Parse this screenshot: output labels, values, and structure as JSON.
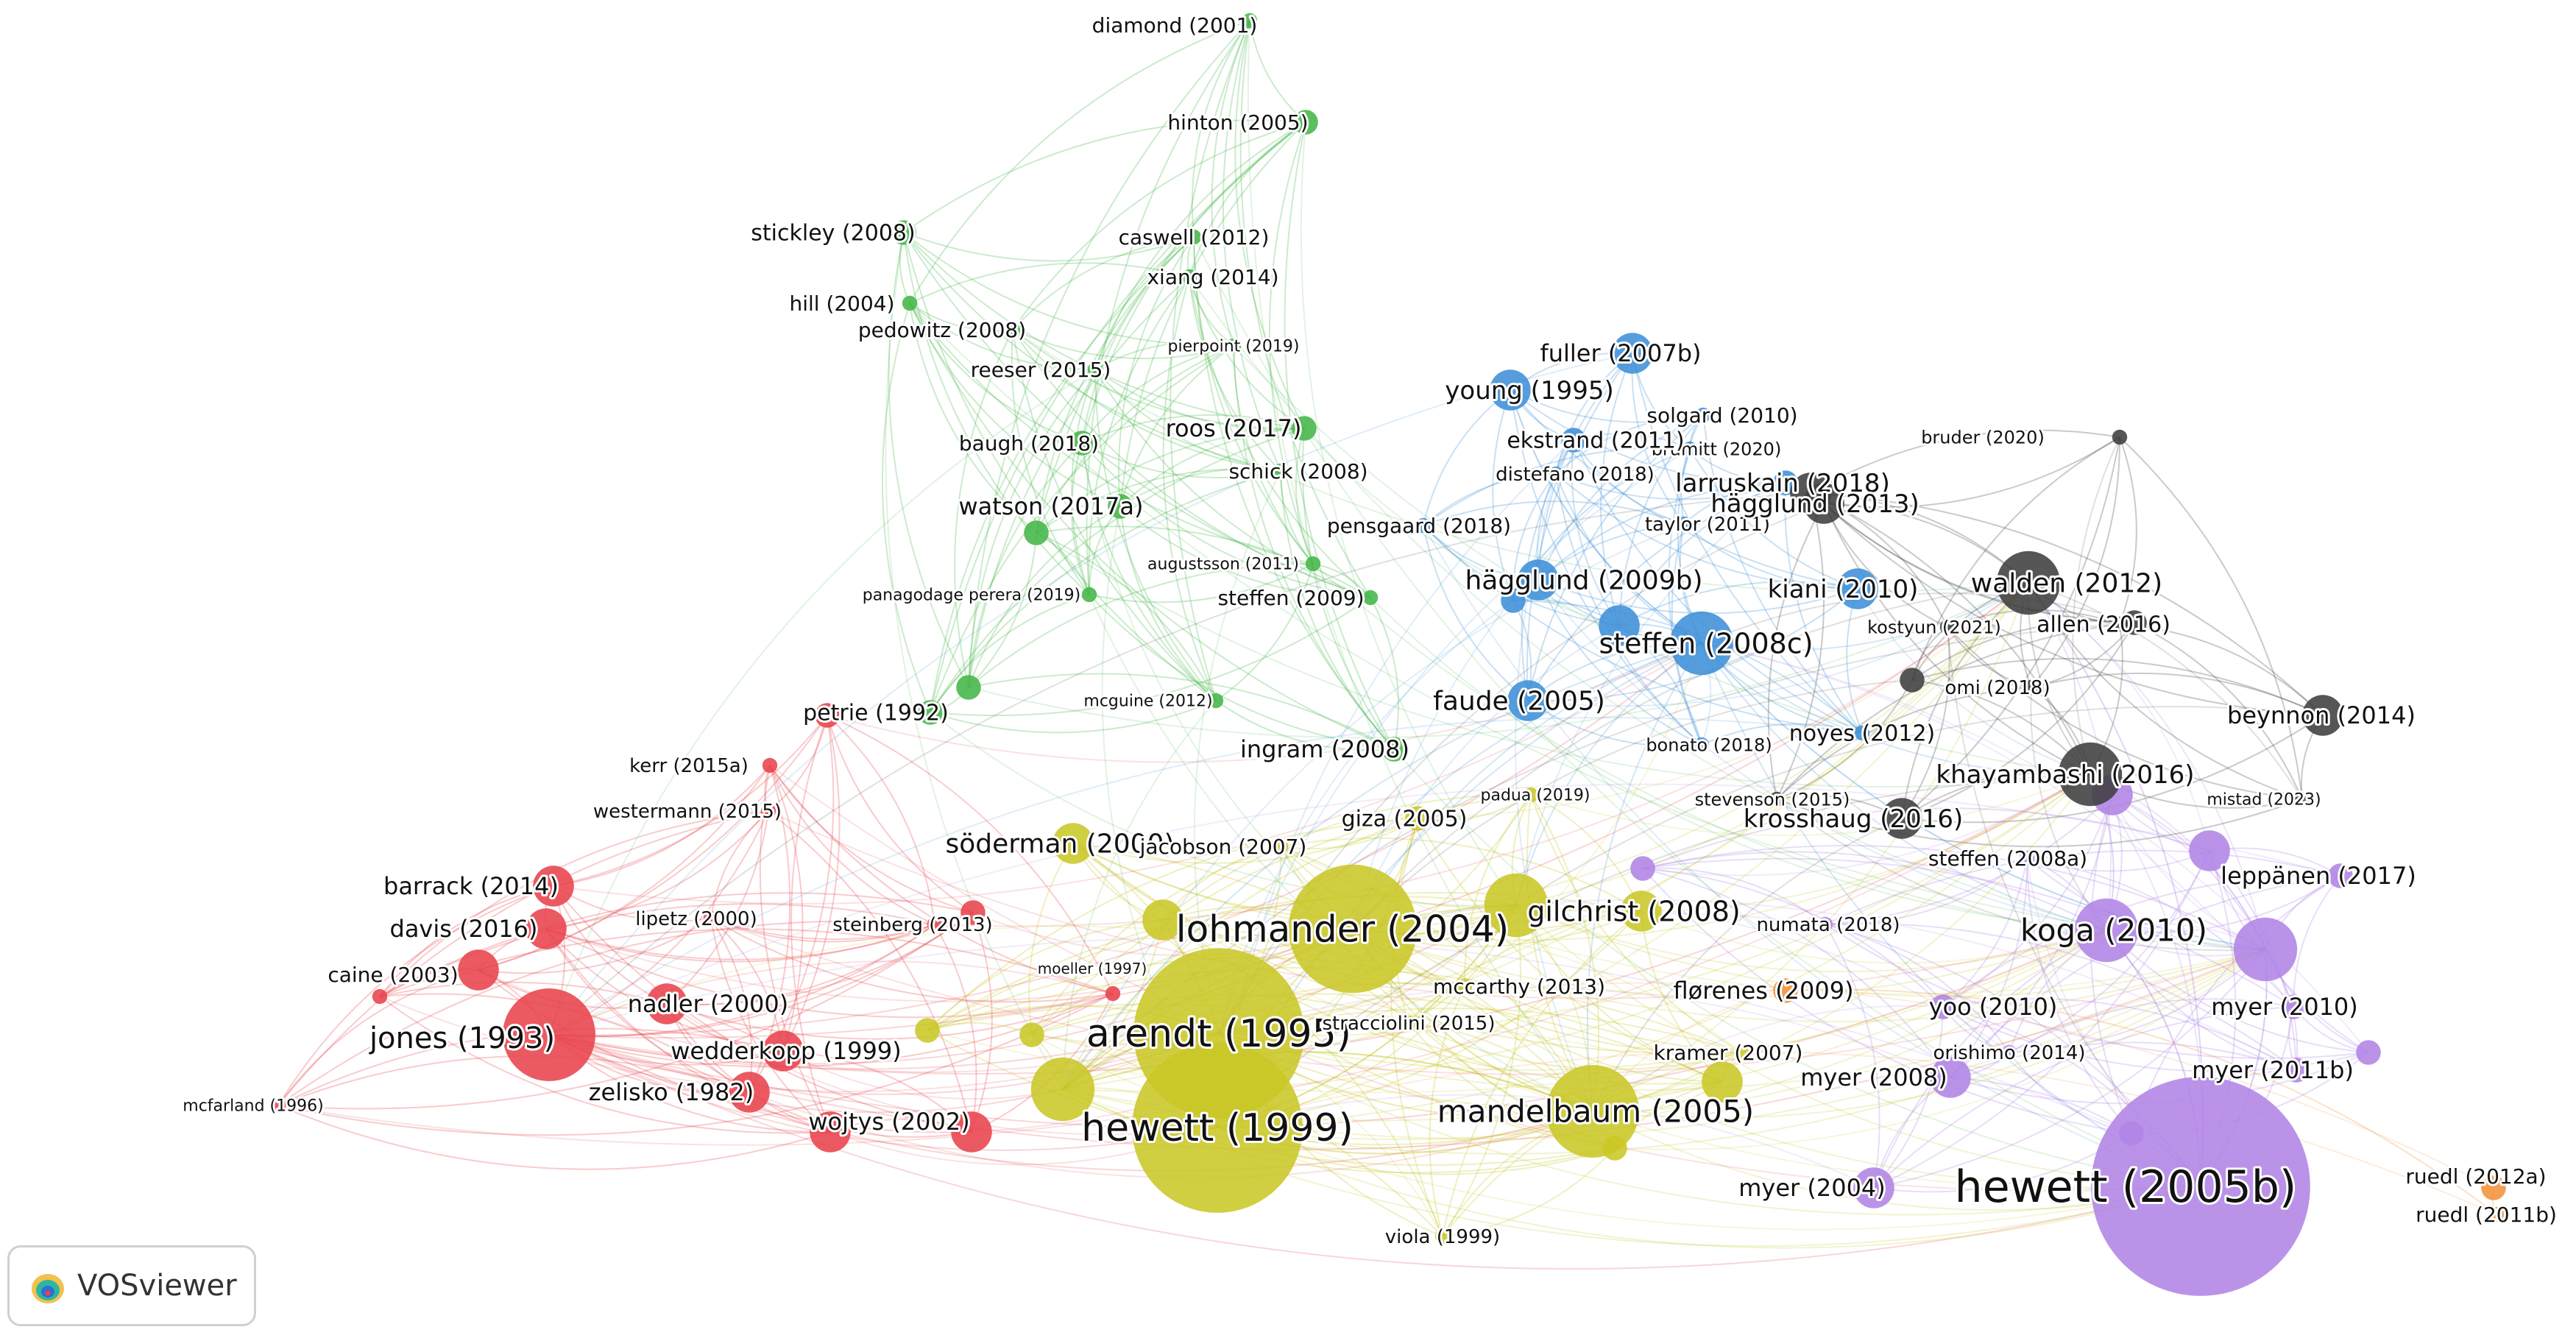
{
  "brand": {
    "name": "VOSviewer",
    "icon": "vosviewer-logo-icon"
  },
  "colors": {
    "red": "#e8434c",
    "green": "#45b649",
    "blue": "#3d8fd8",
    "yellow": "#c9c727",
    "purple": "#b184e6",
    "gray": "#3f3f3f",
    "orange": "#f2923a"
  },
  "clusters": [
    {
      "id": "red",
      "nodes": [
        {
          "label": "jones (1993)",
          "size": 5,
          "labeled": true
        },
        {
          "label": "barrack (2014)",
          "size": 3,
          "labeled": true
        },
        {
          "label": "davis (2016)",
          "size": 3,
          "labeled": true
        },
        {
          "label": "caine (2003)",
          "size": 3,
          "labeled": true
        },
        {
          "label": "nadler (2000)",
          "size": 3,
          "labeled": true
        },
        {
          "label": "zelisko (1982)",
          "size": 3,
          "labeled": true
        },
        {
          "label": "wojtys (2002)",
          "size": 3,
          "labeled": true
        },
        {
          "label": "wedderkopp (1999)",
          "size": 3,
          "labeled": true
        },
        {
          "label": "kerr (2015a)",
          "size": 1,
          "labeled": true
        },
        {
          "label": "westermann (2015)",
          "size": 1,
          "labeled": true
        },
        {
          "label": "lipetz (2000)",
          "size": 1,
          "labeled": true
        },
        {
          "label": "steinberg (2013)",
          "size": 1,
          "labeled": true
        },
        {
          "label": "mcfarland (1996)",
          "size": 1,
          "labeled": true
        },
        {
          "label": "moeller (1997)",
          "size": 1,
          "labeled": true
        },
        {
          "label": "",
          "size": 2,
          "labeled": false
        },
        {
          "label": "",
          "size": 2,
          "labeled": false
        },
        {
          "label": "",
          "size": 1,
          "labeled": false
        },
        {
          "label": "",
          "size": 3,
          "labeled": false
        }
      ]
    },
    {
      "id": "green",
      "nodes": [
        {
          "label": "diamond (2001)",
          "size": 1,
          "labeled": true
        },
        {
          "label": "hinton (2005)",
          "size": 2,
          "labeled": true
        },
        {
          "label": "stickley (2008)",
          "size": 2,
          "labeled": true
        },
        {
          "label": "caswell (2012)",
          "size": 1,
          "labeled": true
        },
        {
          "label": "xiang (2014)",
          "size": 1,
          "labeled": true
        },
        {
          "label": "hill (2004)",
          "size": 1,
          "labeled": true
        },
        {
          "label": "pedowitz (2008)",
          "size": 1,
          "labeled": true
        },
        {
          "label": "pierpoint (2019)",
          "size": 1,
          "labeled": true
        },
        {
          "label": "reeser (2015)",
          "size": 1,
          "labeled": true
        },
        {
          "label": "roos (2017)",
          "size": 2,
          "labeled": true
        },
        {
          "label": "baugh (2018)",
          "size": 2,
          "labeled": true
        },
        {
          "label": "schick (2008)",
          "size": 1,
          "labeled": true
        },
        {
          "label": "watson (2017a)",
          "size": 2,
          "labeled": true
        },
        {
          "label": "panagodage perera (2019)",
          "size": 1,
          "labeled": true
        },
        {
          "label": "petrie (1992)",
          "size": 2,
          "labeled": true
        },
        {
          "label": "mcguine (2012)",
          "size": 1,
          "labeled": true
        },
        {
          "label": "ingram (2008)",
          "size": 2,
          "labeled": true
        },
        {
          "label": "steffen (2009)",
          "size": 1,
          "labeled": true
        },
        {
          "label": "augustsson (2011)",
          "size": 1,
          "labeled": true
        },
        {
          "label": "",
          "size": 2,
          "labeled": false
        },
        {
          "label": "",
          "size": 2,
          "labeled": false
        }
      ]
    },
    {
      "id": "blue",
      "nodes": [
        {
          "label": "fuller (2007b)",
          "size": 3,
          "labeled": true
        },
        {
          "label": "young (1995)",
          "size": 3,
          "labeled": true
        },
        {
          "label": "solgard (2010)",
          "size": 1,
          "labeled": true
        },
        {
          "label": "brumitt (2020)",
          "size": 1,
          "labeled": true
        },
        {
          "label": "ekstrand (2011)",
          "size": 2,
          "labeled": true
        },
        {
          "label": "distefano (2018)",
          "size": 1,
          "labeled": true
        },
        {
          "label": "larruskain (2018)",
          "size": 2,
          "labeled": true
        },
        {
          "label": "taylor (2011)",
          "size": 1,
          "labeled": true
        },
        {
          "label": "pensgaard (2018)",
          "size": 1,
          "labeled": true
        },
        {
          "label": "hägglund (2009b)",
          "size": 3,
          "labeled": true
        },
        {
          "label": "steffen (2008c)",
          "size": 4,
          "labeled": true
        },
        {
          "label": "faude (2005)",
          "size": 3,
          "labeled": true
        },
        {
          "label": "kiani (2010)",
          "size": 3,
          "labeled": true
        },
        {
          "label": "noyes (2012)",
          "size": 1,
          "labeled": true
        },
        {
          "label": "bonato (2018)",
          "size": 1,
          "labeled": true
        },
        {
          "label": "",
          "size": 3,
          "labeled": false
        },
        {
          "label": "",
          "size": 2,
          "labeled": false
        }
      ]
    },
    {
      "id": "yellow",
      "nodes": [
        {
          "label": "lohmander (2004)",
          "size": 6,
          "labeled": true
        },
        {
          "label": "arendt (1995)",
          "size": 7,
          "labeled": true
        },
        {
          "label": "hewett (1999)",
          "size": 7,
          "labeled": true
        },
        {
          "label": "mandelbaum (2005)",
          "size": 5,
          "labeled": true
        },
        {
          "label": "söderman (2000)",
          "size": 3,
          "labeled": true
        },
        {
          "label": "gilchrist (2008)",
          "size": 3,
          "labeled": true
        },
        {
          "label": "jacobson (2007)",
          "size": 1,
          "labeled": true
        },
        {
          "label": "giza (2005)",
          "size": 2,
          "labeled": true
        },
        {
          "label": "padua (2019)",
          "size": 1,
          "labeled": true
        },
        {
          "label": "mccarthy (2013)",
          "size": 1,
          "labeled": true
        },
        {
          "label": "stracciolini (2015)",
          "size": 1,
          "labeled": true
        },
        {
          "label": "kramer (2007)",
          "size": 1,
          "labeled": true
        },
        {
          "label": "viola (1999)",
          "size": 1,
          "labeled": true
        },
        {
          "label": "",
          "size": 4,
          "labeled": false
        },
        {
          "label": "",
          "size": 4,
          "labeled": false
        },
        {
          "label": "",
          "size": 3,
          "labeled": false
        },
        {
          "label": "",
          "size": 3,
          "labeled": false
        },
        {
          "label": "",
          "size": 2,
          "labeled": false
        },
        {
          "label": "",
          "size": 2,
          "labeled": false
        },
        {
          "label": "",
          "size": 2,
          "labeled": false
        }
      ]
    },
    {
      "id": "purple",
      "nodes": [
        {
          "label": "hewett (2005b)",
          "size": 8,
          "labeled": true
        },
        {
          "label": "koga (2010)",
          "size": 4,
          "labeled": true
        },
        {
          "label": "leppänen (2017)",
          "size": 2,
          "labeled": true
        },
        {
          "label": "myer (2010)",
          "size": 2,
          "labeled": true
        },
        {
          "label": "myer (2011b)",
          "size": 2,
          "labeled": true
        },
        {
          "label": "myer (2008)",
          "size": 3,
          "labeled": true
        },
        {
          "label": "myer (2004)",
          "size": 3,
          "labeled": true
        },
        {
          "label": "yoo (2010)",
          "size": 2,
          "labeled": true
        },
        {
          "label": "orishimo (2014)",
          "size": 1,
          "labeled": true
        },
        {
          "label": "numata (2018)",
          "size": 1,
          "labeled": true
        },
        {
          "label": "steffen (2008a)",
          "size": 1,
          "labeled": true
        },
        {
          "label": "",
          "size": 4,
          "labeled": false
        },
        {
          "label": "",
          "size": 3,
          "labeled": false
        },
        {
          "label": "",
          "size": 3,
          "labeled": false
        },
        {
          "label": "",
          "size": 2,
          "labeled": false
        },
        {
          "label": "",
          "size": 2,
          "labeled": false
        },
        {
          "label": "",
          "size": 2,
          "labeled": false
        },
        {
          "label": "",
          "size": 2,
          "labeled": false
        }
      ]
    },
    {
      "id": "gray",
      "nodes": [
        {
          "label": "walden (2012)",
          "size": 4,
          "labeled": true
        },
        {
          "label": "hägglund (2013)",
          "size": 3,
          "labeled": true
        },
        {
          "label": "khayambashi (2016)",
          "size": 4,
          "labeled": true
        },
        {
          "label": "krosshaug (2016)",
          "size": 3,
          "labeled": true
        },
        {
          "label": "beynnon (2014)",
          "size": 3,
          "labeled": true
        },
        {
          "label": "allen (2016)",
          "size": 1,
          "labeled": true
        },
        {
          "label": "kostyun (2021)",
          "size": 1,
          "labeled": true
        },
        {
          "label": "omi (2018)",
          "size": 1,
          "labeled": true
        },
        {
          "label": "stevenson (2015)",
          "size": 1,
          "labeled": true
        },
        {
          "label": "mistad (2023)",
          "size": 1,
          "labeled": true
        },
        {
          "label": "bruder (2020)",
          "size": 1,
          "labeled": true
        },
        {
          "label": "",
          "size": 3,
          "labeled": false
        },
        {
          "label": "",
          "size": 2,
          "labeled": false
        },
        {
          "label": "",
          "size": 2,
          "labeled": false
        }
      ]
    },
    {
      "id": "orange",
      "nodes": [
        {
          "label": "ruedl (2012a)",
          "size": 2,
          "labeled": true
        },
        {
          "label": "ruedl (2011b)",
          "size": 1,
          "labeled": true
        },
        {
          "label": "flørenes (2009)",
          "size": 2,
          "labeled": true
        }
      ]
    }
  ]
}
